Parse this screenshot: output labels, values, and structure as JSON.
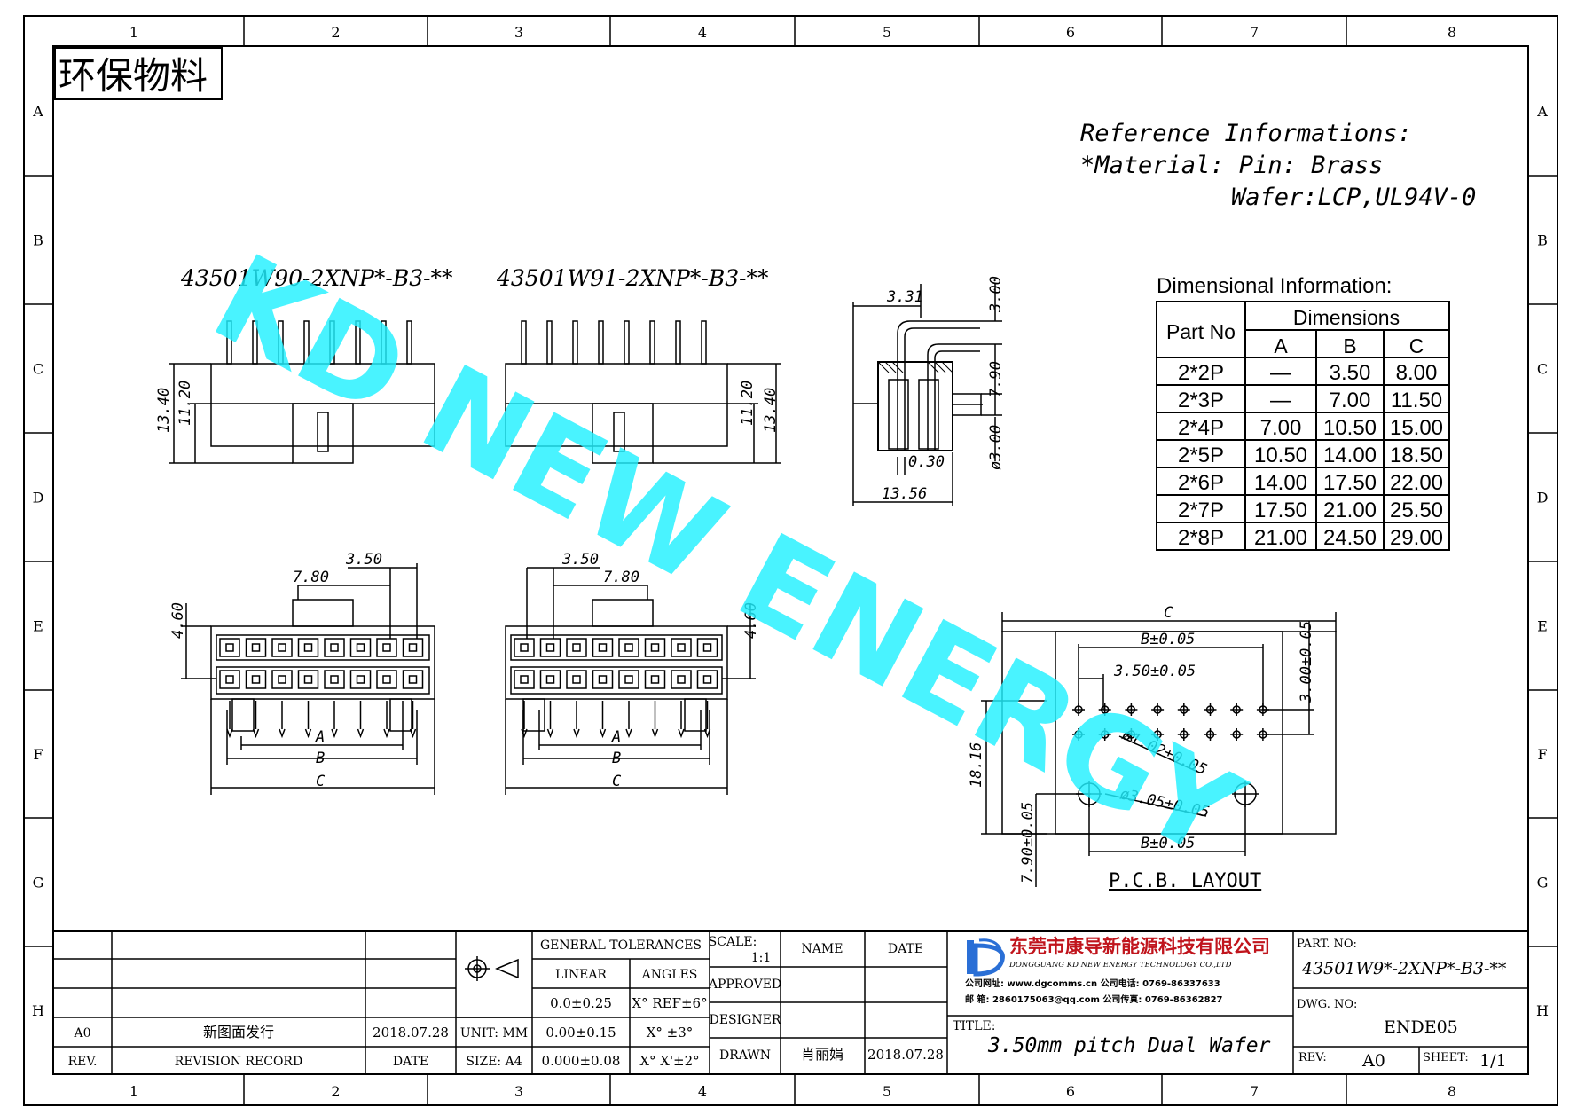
{
  "frame": {
    "cols": [
      "1",
      "2",
      "3",
      "4",
      "5",
      "6",
      "7",
      "8"
    ],
    "rows": [
      "A",
      "B",
      "C",
      "D",
      "E",
      "F",
      "G",
      "H"
    ]
  },
  "eco_label": "环保物料",
  "watermark": "KD NEW ENERGY",
  "reference": {
    "line1": "Reference Informations:",
    "line2": "*Material: Pin: Brass",
    "line3": "Wafer:LCP,UL94V-0"
  },
  "views": {
    "left_title": "43501W90-2XNP*-B3-**",
    "right_title": "43501W91-2XNP*-B3-**",
    "front_left_dims": [
      "13.40",
      "11.20"
    ],
    "front_right_dims": [
      "11.20",
      "13.40"
    ],
    "side_dims": {
      "d1": "3.31",
      "d2": "3.00",
      "d3": "7.90",
      "d4": "0.30",
      "d5": "ø3.00",
      "d6": "13.56"
    },
    "bottom_left_dims": {
      "pitch": "3.50",
      "w": "7.80",
      "h": "4.60",
      "a": "A",
      "b": "B",
      "c": "C"
    },
    "bottom_right_dims": {
      "pitch": "3.50",
      "w": "7.80",
      "h": "4.60",
      "a": "A",
      "b": "B",
      "c": "C"
    }
  },
  "dim_table": {
    "caption": "Dimensional Information:",
    "col_part": "Part No",
    "col_group": "Dimensions",
    "cols": [
      "A",
      "B",
      "C"
    ],
    "rows": [
      [
        "2*2P",
        "—",
        "3.50",
        "8.00"
      ],
      [
        "2*3P",
        "—",
        "7.00",
        "11.50"
      ],
      [
        "2*4P",
        "7.00",
        "10.50",
        "15.00"
      ],
      [
        "2*5P",
        "10.50",
        "14.00",
        "18.50"
      ],
      [
        "2*6P",
        "14.00",
        "17.50",
        "22.00"
      ],
      [
        "2*7P",
        "17.50",
        "21.00",
        "25.50"
      ],
      [
        "2*8P",
        "21.00",
        "24.50",
        "29.00"
      ]
    ]
  },
  "pcb": {
    "title": "P.C.B. LAYOUT",
    "c": "C",
    "b1": "B±0.05",
    "pitch": "3.50±0.05",
    "v1": "3.00±0.05",
    "hole1": "ø1.02±0.05",
    "h": "18.16",
    "hole2": "ø3.05±0.05",
    "b2": "B±0.05",
    "v2": "7.90±0.05"
  },
  "title_block": {
    "rev_row": {
      "rev": "A0",
      "record": "新图面发行",
      "date": "2018.07.28"
    },
    "rev_header": {
      "rev": "REV.",
      "record": "REVISION RECORD",
      "date": "DATE"
    },
    "unit": "UNIT: MM",
    "size": "SIZE: A4",
    "tol_title": "GENERAL TOLERANCES",
    "linear": "LINEAR",
    "angles": "ANGLES",
    "lin": [
      "0.0±0.25",
      "0.00±0.15",
      "0.000±0.08"
    ],
    "ang": [
      "X° REF±6°",
      "X° ±3°",
      "X° X'±2°"
    ],
    "scale_label": "SCALE:",
    "scale_value": "1:1",
    "approved": "APPROVED",
    "designer": "DESIGNER",
    "drawn": "DRAWN",
    "name_h": "NAME",
    "date_h": "DATE",
    "drawn_name": "肖丽娟",
    "drawn_date": "2018.07.28",
    "company_cn": "东莞市康导新能源科技有限公司",
    "company_en": "DONGGUANG KD NEW ENERGY TECHNOLOGY CO.,LTD",
    "company_l1": "公司网址: www.dgcomms.cn    公司电话: 0769-86337633",
    "company_l2": "邮    箱: 2860175063@qq.com   公司传真: 0769-86362827",
    "title_label": "TITLE:",
    "title_value": "3.50mm pitch Dual Wafer",
    "part_label": "PART. NO:",
    "part_value": "43501W9*-2XNP*-B3-**",
    "dwg_label": "DWG. NO:",
    "dwg_value": "ENDE05",
    "rev_label": "REV:",
    "rev_value": "A0",
    "sheet_label": "SHEET:",
    "sheet_value": "1/1"
  }
}
